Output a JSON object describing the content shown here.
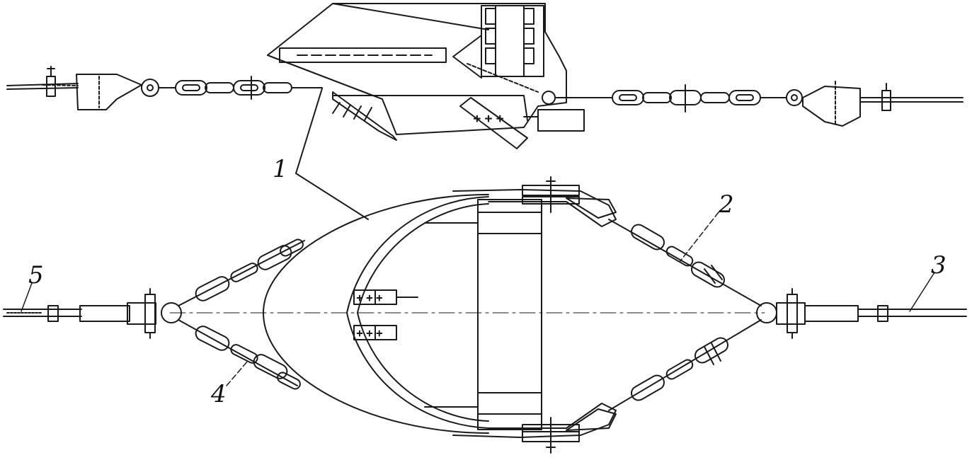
{
  "figure": {
    "callouts": {
      "c1": "1",
      "c2": "2",
      "c3": "3",
      "c4": "4",
      "c5": "5"
    },
    "colors": {
      "ink": "#1a1a1a",
      "paper": "#ffffff"
    }
  }
}
